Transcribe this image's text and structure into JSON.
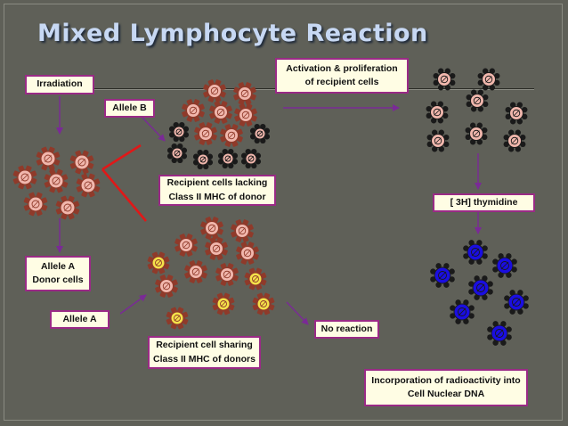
{
  "title": "Mixed Lymphocyte Reaction",
  "labels": {
    "irradiation": "Irradiation",
    "allele_b": "Allele B",
    "allele_a_donor_line1": "Allele A",
    "allele_a_donor_line2": "Donor cells",
    "allele_a": "Allele A",
    "activation_line1": "Activation & proliferation",
    "activation_line2": "of recipient cells",
    "recipient_lacking_line1": "Recipient cells lacking",
    "recipient_lacking_line2": "Class II MHC of donor",
    "thymidine": "[ 3H] thymidine",
    "no_reaction": "No reaction",
    "recipient_sharing_line1": "Recipient cell sharing",
    "recipient_sharing_line2": "Class II MHC of donors",
    "incorporation_line1": "Incorporation of radioactivity into",
    "incorporation_line2": "Cell Nuclear DNA"
  },
  "colors": {
    "title": "#c7d8f3",
    "background": "#5f6058",
    "box_fill": "#fffde4",
    "box_border": "#9a2a86",
    "arrow": "#7a2a96",
    "red_line": "#e01818",
    "donor_cell": "#f1b7ad",
    "donor_receptor": "#8f3a2a",
    "recipient_b_receptor": "#1a1a1a",
    "recipient_a_cell": "#f4e24a",
    "labeled_cell": "#1a0ee0"
  }
}
